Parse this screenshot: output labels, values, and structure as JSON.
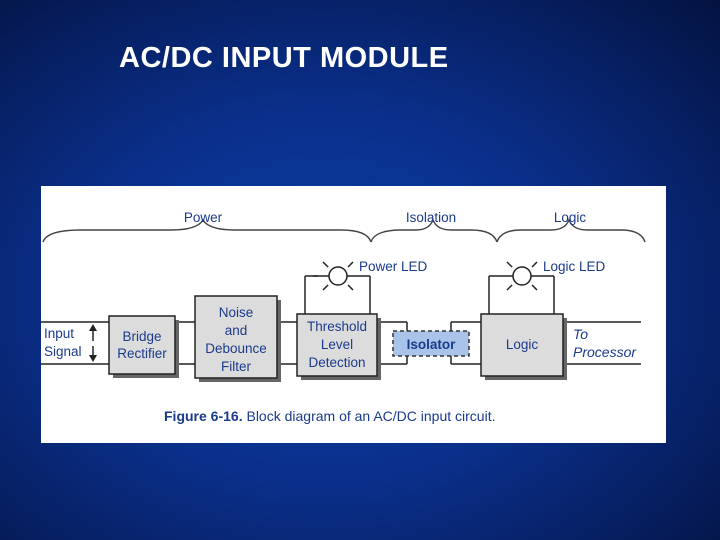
{
  "slide": {
    "title": "AC/DC INPUT MODULE"
  },
  "diagram": {
    "sections": {
      "power": "Power",
      "isolation": "Isolation",
      "logic": "Logic"
    },
    "leds": {
      "power": "Power LED",
      "logic": "Logic LED"
    },
    "input": {
      "line1": "Input",
      "line2": "Signal"
    },
    "blocks": {
      "bridge": [
        "Bridge",
        "Rectifier"
      ],
      "filter": [
        "Noise",
        "and",
        "Debounce",
        "Filter"
      ],
      "threshold": [
        "Threshold",
        "Level",
        "Detection"
      ],
      "isolator": "Isolator",
      "logic": "Logic"
    },
    "output": {
      "line1": "To",
      "line2": "Processor"
    },
    "caption": {
      "figure": "Figure 6-16.",
      "text": " Block diagram of an AC/DC input circuit."
    },
    "colors": {
      "isolator_fill": "#a9c4e8",
      "text": "#1a3a8c"
    }
  }
}
